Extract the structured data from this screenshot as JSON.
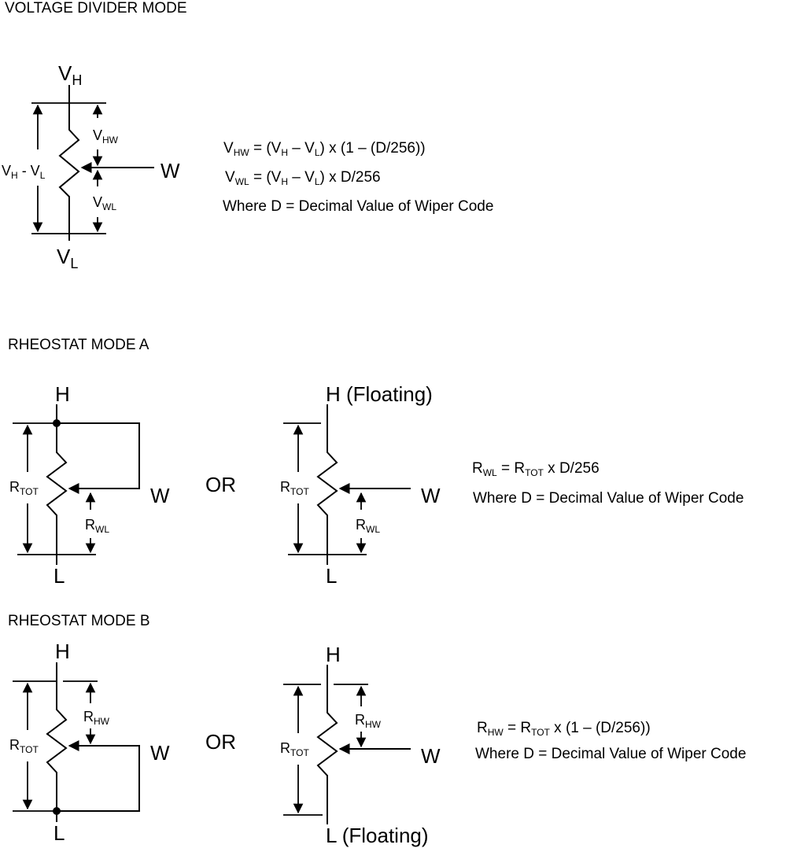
{
  "sections": {
    "voltage_divider": {
      "title": "VOLTAGE DIVIDER MODE",
      "node_h": {
        "main": "V",
        "sub": "H"
      },
      "node_l": {
        "main": "V",
        "sub": "L"
      },
      "node_w": "W",
      "span_left": {
        "a": "V",
        "a_sub": "H",
        "op": " - V",
        "b_sub": "L"
      },
      "vhw": {
        "main": "V",
        "sub": "HW"
      },
      "vwl": {
        "main": "V",
        "sub": "WL"
      },
      "eq1": {
        "p1": "V",
        "p1s": "HW",
        "p2": " = (V",
        "p2s": "H",
        "p3": " – V",
        "p3s": "L",
        "p4": ") x (1 – (D/256))"
      },
      "eq2": {
        "p1": "V",
        "p1s": "WL",
        "p2": " = (V",
        "p2s": "H",
        "p3": " – V",
        "p3s": "L",
        "p4": ") x D/256"
      },
      "note": "Where D = Decimal Value of Wiper Code"
    },
    "rheo_a": {
      "title": "RHEOSTAT MODE A",
      "left": {
        "h": "H",
        "l": "L",
        "w": "W",
        "rtot": "R",
        "rtot_sub": "TOT",
        "rwl": "R",
        "rwl_sub": "WL"
      },
      "or": "OR",
      "right": {
        "h": "H (Floating)",
        "l": "L",
        "w": "W",
        "rtot": "R",
        "rtot_sub": "TOT",
        "rwl": "R",
        "rwl_sub": "WL"
      },
      "eq": {
        "p1": "R",
        "p1s": "WL",
        "p2": " = R",
        "p2s": "TOT",
        "p3": " x D/256"
      },
      "note": "Where D = Decimal Value of Wiper Code"
    },
    "rheo_b": {
      "title": "RHEOSTAT MODE B",
      "left": {
        "h": "H",
        "l": "L",
        "w": "W",
        "rtot": "R",
        "rtot_sub": "TOT",
        "rhw": "R",
        "rhw_sub": "HW"
      },
      "or": "OR",
      "right": {
        "h": "H",
        "l": "L (Floating)",
        "w": "W",
        "rtot": "R",
        "rtot_sub": "TOT",
        "rhw": "R",
        "rhw_sub": "HW"
      },
      "eq": {
        "p1": "R",
        "p1s": "HW",
        "p2": " = R",
        "p2s": "TOT",
        "p3": " x (1 – (D/256))"
      },
      "note": "Where D = Decimal Value of Wiper Code"
    }
  }
}
